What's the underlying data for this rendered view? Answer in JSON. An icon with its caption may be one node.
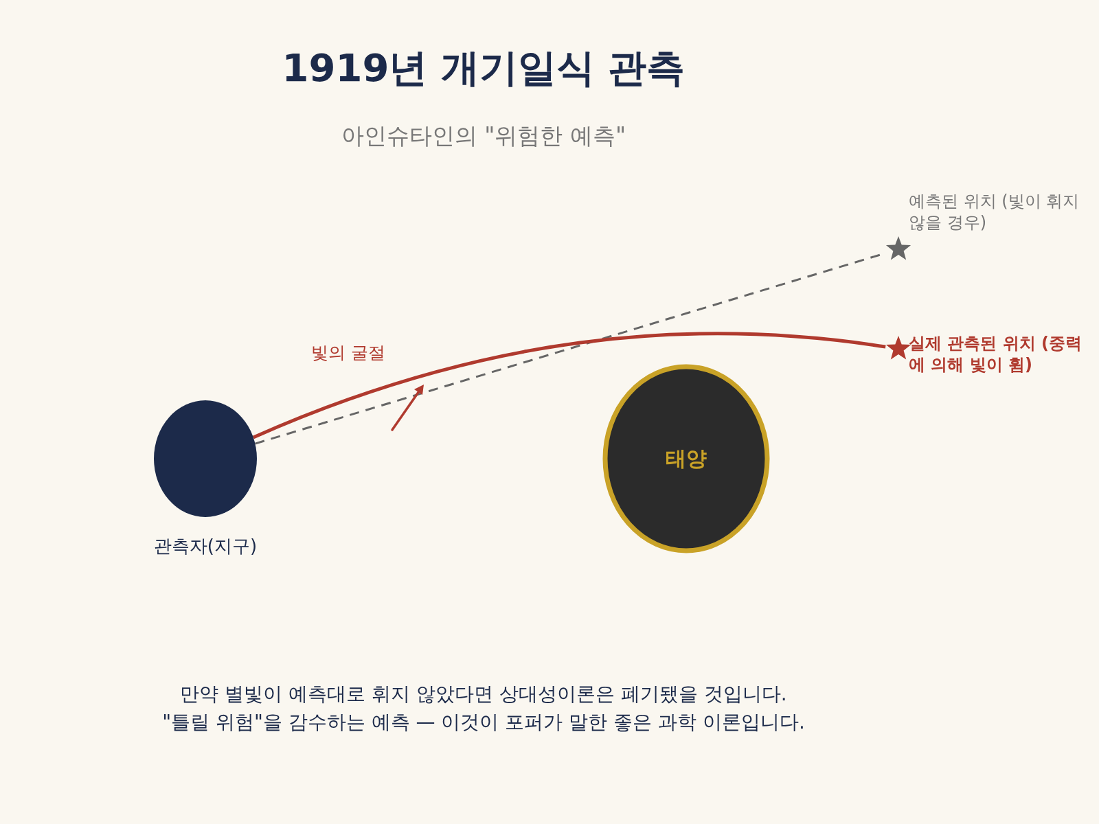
{
  "diagram": {
    "title": "1919년 개기일식 관측",
    "nodes": [
      {
        "text": [],
        "shape": "circle",
        "beside": [
          "관측자(지구)"
        ]
      },
      {
        "text": [
          "태양"
        ]
      },
      {
        "text": [],
        "shape": "star",
        "beside": [
          "예측된 위치 (빛이 휘지 않을 경우)"
        ]
      },
      {
        "text": [],
        "shape": "star",
        "beside": [
          "실제 관측된 위치 (중력에 의해 빛이 휨)"
        ]
      }
    ],
    "edges": [
      {
        "from": 0,
        "to": 2,
        "arrow": "none",
        "style": "dashed",
        "color": "#666666"
      },
      {
        "from": 0,
        "to": 3,
        "arrow": "none",
        "label": "빛의 굴절",
        "color": "#b03a2e"
      }
    ],
    "labels": [
      "아인슈타인의 \"위험한 예측\"",
      "만약 별빛이 예측대로 휘지 않았다면 상대성이론은 폐기됐을 것입니다.",
      "\"틀릴 위험\"을 감수하는 예측 — 이것이 포퍼가 말한 좋은 과학 이론입니다."
    ]
  }
}
